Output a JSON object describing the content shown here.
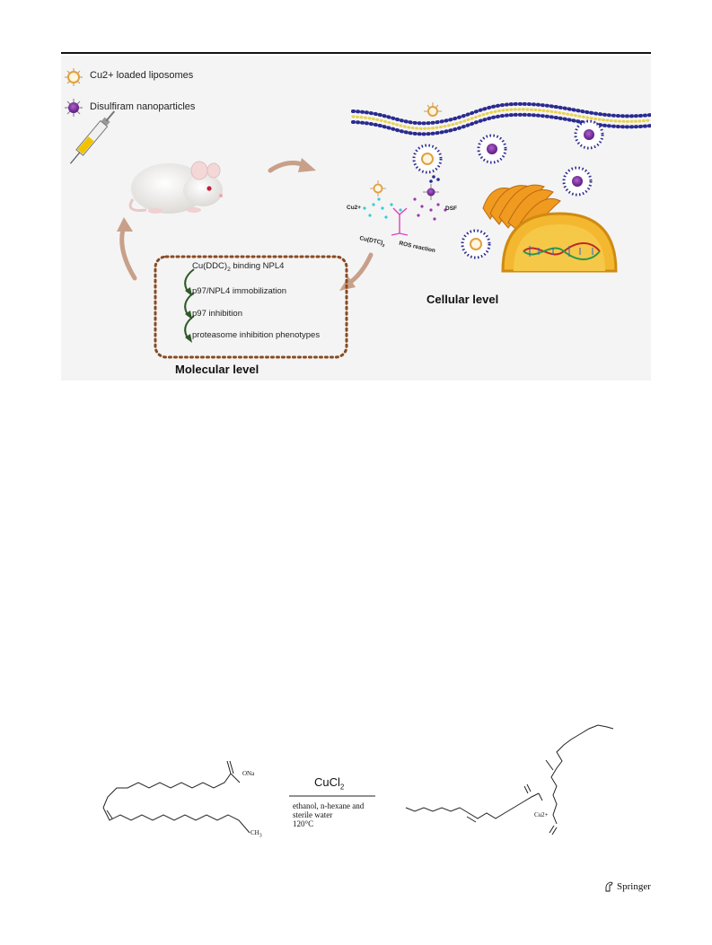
{
  "figure1": {
    "legend": {
      "liposomes": "Cu2+ loaded liposomes",
      "nanoparticles": "Disulfiram nanoparticles"
    },
    "cellular": {
      "title": "Cellular level",
      "cu_label": "Cu2+",
      "dsf_label": "DSF",
      "cudtc_label": "Cu(DTC)",
      "cudtc_sub": "2",
      "ros_label": "ROS reaction"
    },
    "molecular": {
      "title": "Molecular level",
      "steps": [
        {
          "text": "Cu(DDC)",
          "sub": "2",
          "tail": " binding NPL4"
        },
        {
          "text": "p97/NPL4 immobilization"
        },
        {
          "text": "p97 inhibition"
        },
        {
          "text": "proteasome inhibition phenotypes"
        }
      ]
    }
  },
  "scheme": {
    "reactant_group": "ONa",
    "reactant_end": "CH",
    "reactant_end_sub": "3",
    "reagent": "CuCl",
    "reagent_sub": "2",
    "conditions": [
      "ethanol, n-hexane and",
      "sterile water",
      "120°C"
    ],
    "product_center": "Cu2+"
  },
  "footer": {
    "publisher": "Springer"
  }
}
